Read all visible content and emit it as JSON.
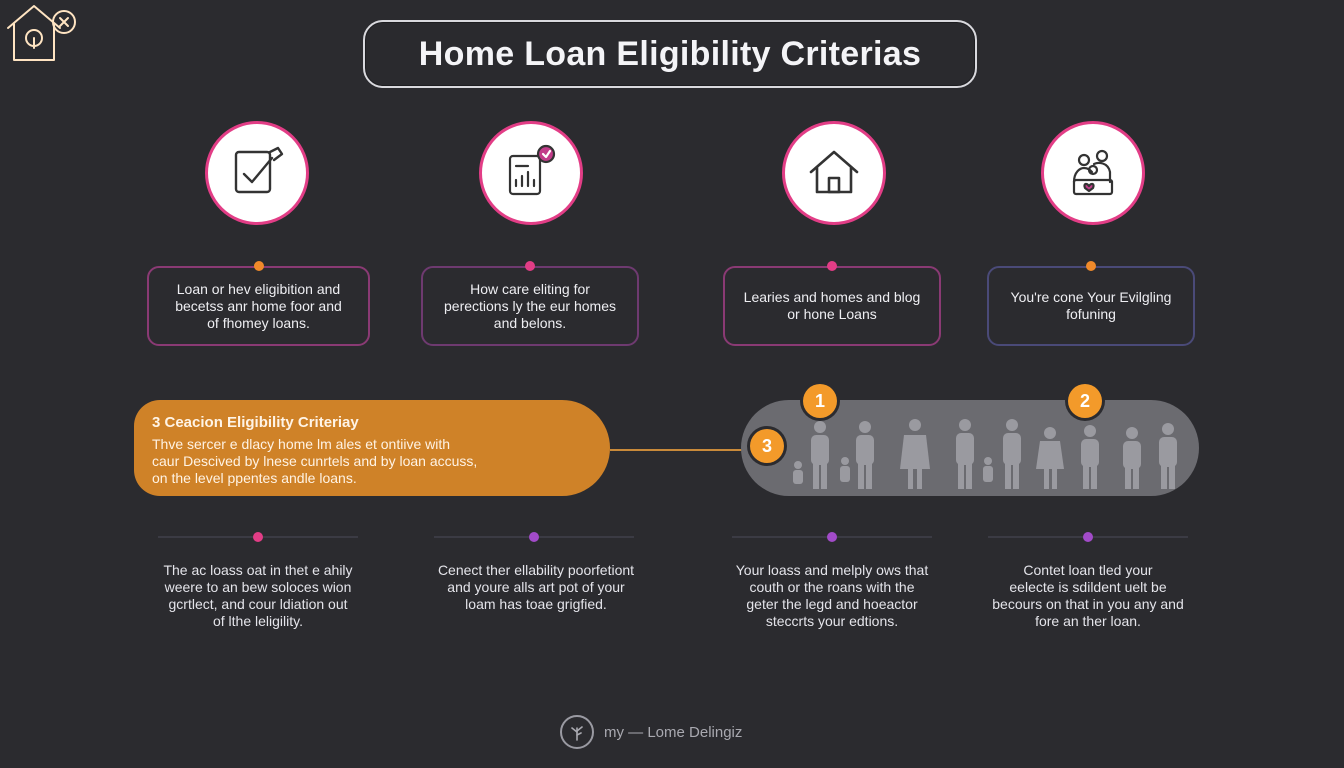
{
  "title": "Home Loan Eligibility Criterias",
  "top_icons": [
    "checklist-icon",
    "document-chart-icon",
    "house-icon",
    "family-icon"
  ],
  "top_cards": [
    {
      "text": "Loan or hev eligibition and\nbecetss anr home foor and\nof fhomey loans.",
      "dot_color": "#f08a2a"
    },
    {
      "text": "How care eliting for\nperections ly the eur homes\nand belons.",
      "dot_color": "#e23d86"
    },
    {
      "text": "Learies and homes and blog\nor hone Loans",
      "dot_color": "#e23d86"
    },
    {
      "text": "You're cone Your Evilgling\nfofuning",
      "dot_color": "#f08a2a"
    }
  ],
  "feature": {
    "heading": "3 Ceacion Eligibility Criteriay",
    "body": "Thve sercer e dlacy home lm ales et ontiive with\ncaur Descived by lnese cunrtels and by loan accuss,\non the level ppentes andle loans."
  },
  "badges": [
    "1",
    "2",
    "3"
  ],
  "bottom_cards": [
    {
      "text": "The ac loass oat in thet e ahily\nweere to an bew soloces wion\ngcrtlect, and cour ldiation out\nof lthe leligility.",
      "dot_color": "#e23d86"
    },
    {
      "text": "Cenect ther ellability poorfetiont\nand youre alls art pot of your\nloam has toae grigfied.",
      "dot_color": "#a24bc9"
    },
    {
      "text": "Your loass and melply ows that\ncouth or the roans with the\ngeter the legd and hoeactor\nsteccrts your edtions.",
      "dot_color": "#a24bc9"
    },
    {
      "text": "Contet loan tled your\neelecte is sdildent uelt be\nbecours on that in you any and\nfore an ther loan.",
      "dot_color": "#a24bc9"
    }
  ],
  "footer": {
    "text": "my — Lome Delingiz",
    "logo_icon": "tree-logo-icon"
  },
  "colors": {
    "background": "#2b2b2f",
    "accent_orange": "#cf8228",
    "accent_pink": "#e23d86",
    "accent_purple": "#a24bc9",
    "badge_orange": "#f39a2a"
  }
}
